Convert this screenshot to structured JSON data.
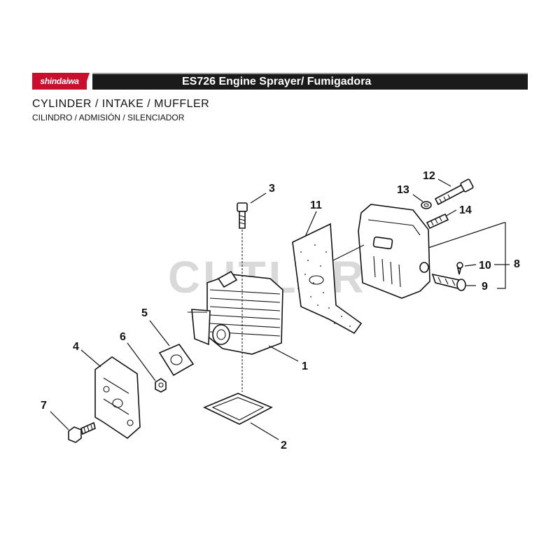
{
  "header": {
    "brand": "shindaiwa",
    "title": "ES726 Engine Sprayer/ Fumigadora"
  },
  "section": {
    "title": "CYLINDER / INTAKE / MUFFLER",
    "subtitle": "CILINDRO / ADMISIÓN / SILENCIADOR"
  },
  "watermark": "CUTLER'S",
  "callouts": {
    "c1": "1",
    "c2": "2",
    "c3": "3",
    "c4": "4",
    "c5": "5",
    "c6": "6",
    "c7": "7",
    "c8": "8",
    "c9": "9",
    "c10": "10",
    "c11": "11",
    "c12": "12",
    "c13": "13",
    "c14": "14"
  },
  "colors": {
    "brand_red": "#c8102e",
    "title_bar": "#1a1a1a",
    "watermark": "#d9d9d9"
  }
}
